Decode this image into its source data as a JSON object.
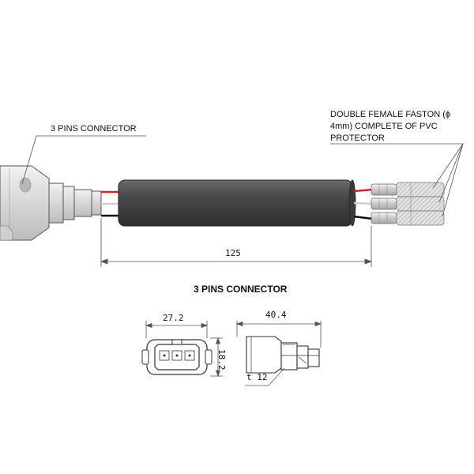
{
  "labels": {
    "connector_callout": "3 PINS CONNECTOR",
    "faston_line1": "DOUBLE FEMALE FASTON (ϕ",
    "faston_line2": "4mm) COMPLETE OF PVC",
    "faston_line3": "PROTECTOR",
    "section_title": "3 PINS CONNECTOR"
  },
  "dimensions": {
    "cable_length": "125",
    "connector_width": "27.2",
    "connector_height": "18.2",
    "connector_length": "40.4",
    "thickness": "t 12"
  },
  "colors": {
    "wire_red": "#e31b1b",
    "wire_black": "#111111",
    "wire_white": "#e8e8e8",
    "sleeve": "#4a4a4a",
    "connector_body": "#dcdcdc",
    "outline": "#555555"
  }
}
